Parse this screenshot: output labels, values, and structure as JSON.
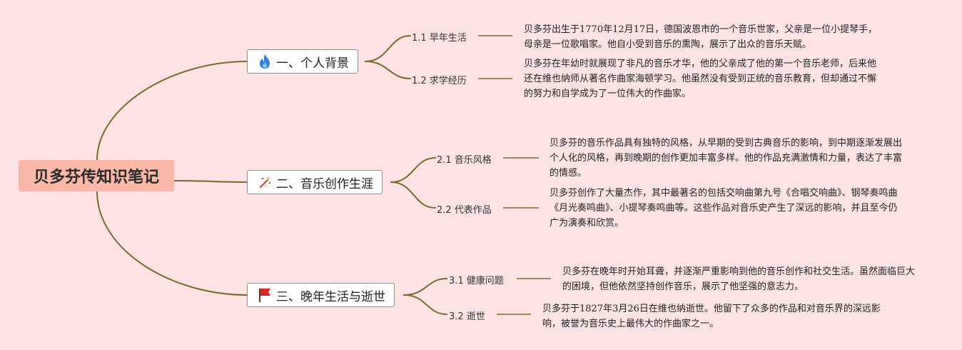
{
  "root": {
    "title": "贝多芬传知识笔记"
  },
  "sections": [
    {
      "label": "一、个人背景",
      "icon": "fire-icon",
      "subs": [
        {
          "label": "1.1 早年生活",
          "note": "贝多芬出生于1770年12月17日，德国波恩市的一个音乐世家，父亲是一位小提琴手，母亲是一位歌唱家。他自小受到音乐的熏陶，展示了出众的音乐天赋。"
        },
        {
          "label": "1.2 求学经历",
          "note": "贝多芬在年幼时就展现了非凡的音乐才华，他的父亲成了他的第一个音乐老师，后来他还在维也纳师从著名作曲家海顿学习。他虽然没有受到正统的音乐教育，但却通过不懈的努力和自学成为了一位伟大的作曲家。"
        }
      ]
    },
    {
      "label": "二、音乐创作生涯",
      "icon": "magic-wand-icon",
      "subs": [
        {
          "label": "2.1 音乐风格",
          "note": "贝多芬的音乐作品具有独特的风格，从早期的受到古典音乐的影响，到中期逐渐发展出个人化的风格，再到晚期的创作更加丰富多样。他的作品充满激情和力量，表达了丰富的情感。"
        },
        {
          "label": "2.2 代表作品",
          "note": "贝多芬创作了大量杰作，其中最著名的包括交响曲第九号《合唱交响曲》、钢琴奏鸣曲《月光奏鸣曲》、小提琴奏鸣曲等。这些作品对音乐史产生了深远的影响，并且至今仍广为演奏和欣赏。"
        }
      ]
    },
    {
      "label": "三、晚年生活与逝世",
      "icon": "red-flag-icon",
      "subs": [
        {
          "label": "3.1 健康问题",
          "note": "贝多芬在晚年时开始耳聋，并逐渐严重影响到他的音乐创作和社交生活。虽然面临巨大的困境，但他依然坚持创作音乐，展示了他坚强的意志力。"
        },
        {
          "label": "3.2 逝世",
          "note": "贝多芬于1827年3月26日在维也纳逝世。他留下了众多的作品和对音乐界的深远影响，被誉为音乐史上最伟大的作曲家之一。"
        }
      ]
    }
  ],
  "colors": {
    "line": "#7a6a2e",
    "root_fill": "#f9b8a8",
    "background": "#fde3e3"
  }
}
